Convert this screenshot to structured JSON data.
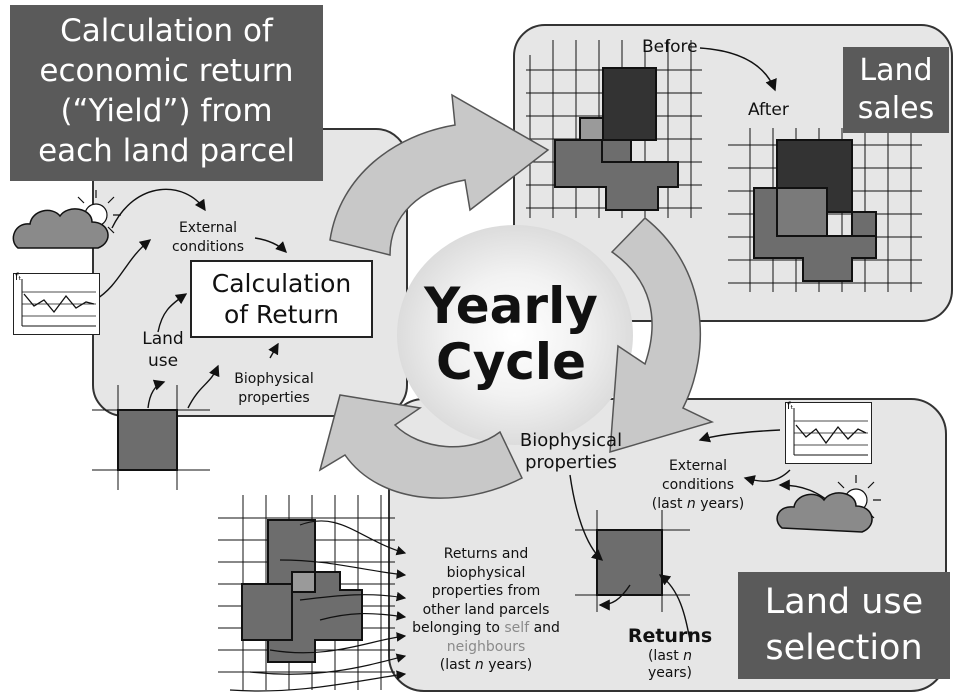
{
  "titles": {
    "economic_return": [
      "Calculation of",
      "economic return",
      "(“Yield”) from",
      "each land parcel"
    ],
    "land_sales": [
      "Land",
      "sales"
    ],
    "land_use_selection": [
      "Land use",
      "selection"
    ]
  },
  "center": {
    "line1": "Yearly",
    "line2": "Cycle"
  },
  "calc_panel": {
    "calc_box": [
      "Calculation",
      "of Return"
    ],
    "external_conditions": [
      "External",
      "conditions"
    ],
    "land_use": [
      "Land",
      "use"
    ],
    "biophysical_properties": [
      "Biophysical",
      "properties"
    ]
  },
  "sales_panel": {
    "before": "Before",
    "after": "After"
  },
  "selection_panel": {
    "biophysical_properties": [
      "Biophysical",
      "properties"
    ],
    "external_conditions_line1": "External",
    "external_conditions_line2": "conditions",
    "last_prefix": "(last ",
    "n": "n",
    "years_suffix": " years)",
    "returns_heading": "Returns",
    "returns_last": "(last ",
    "returns_years": "years)",
    "other_lines": [
      "Returns and",
      "biophysical",
      "properties from",
      "other land parcels"
    ],
    "belonging_prefix": "belonging to ",
    "self_word": "self",
    "and_word": " and",
    "neighbours_word": "neighbours",
    "bottom_prefix": "(last ",
    "bottom_suffix": " years)"
  },
  "chart_axis_label": "fₜ",
  "colors": {
    "panel_fill": "#e6e6e6",
    "title_box": "#5a5a5a",
    "arrow_fill": "#c8c8c8",
    "parcel_dark": "#333333",
    "parcel_mid": "#6d6d6d",
    "parcel_light": "#9a9a9a",
    "muted_text": "#8a8a8a"
  }
}
